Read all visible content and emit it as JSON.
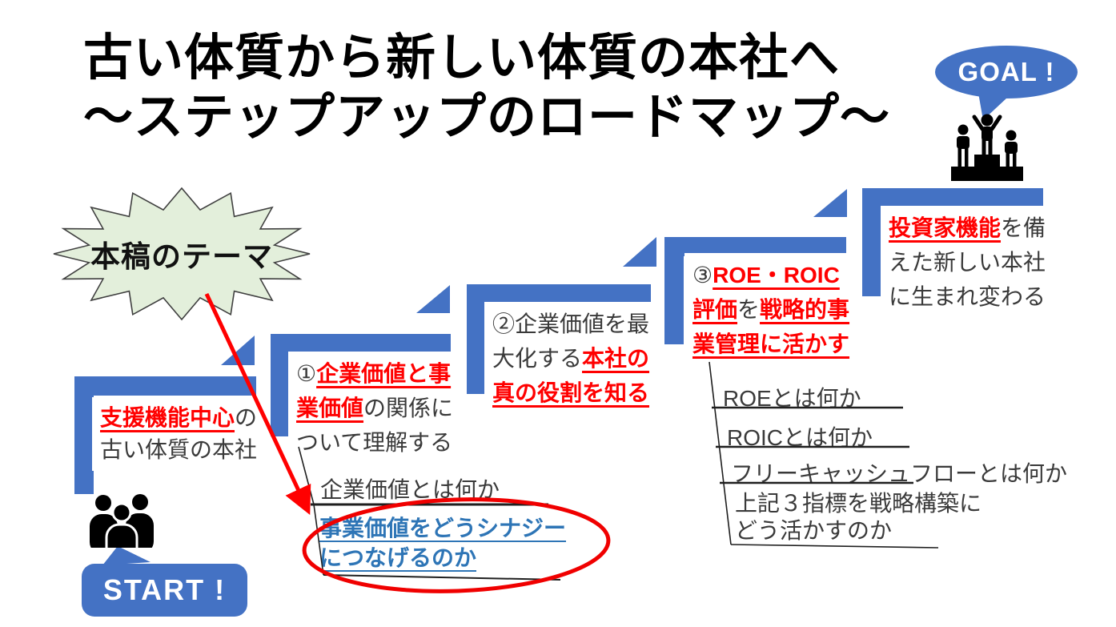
{
  "title": {
    "line1": "古い体質から新しい体質の本社へ",
    "line2": "～ステップアップのロードマップ～"
  },
  "goal": {
    "label": "GOAL !"
  },
  "start": {
    "label": "START !"
  },
  "theme": {
    "label": "本稿のテーマ"
  },
  "colors": {
    "accent_blue": "#4472C4",
    "highlight_red": "#FF0000",
    "link_blue": "#2E75B6",
    "burst_green": "#E3EFDB"
  },
  "icons": {
    "goal_icon": "podium-winner-icon",
    "start_icon": "people-group-icon"
  },
  "steps": [
    {
      "lines": [
        [
          {
            "t": "支援機能中心",
            "s": "red"
          },
          {
            "t": "の",
            "s": "plain"
          }
        ],
        [
          {
            "t": "古い体質の本社",
            "s": "plain"
          }
        ]
      ]
    },
    {
      "lines": [
        [
          {
            "t": "①",
            "s": "plain"
          },
          {
            "t": "企業価値と事",
            "s": "red"
          }
        ],
        [
          {
            "t": "業価値",
            "s": "red"
          },
          {
            "t": "の関係に",
            "s": "plain"
          }
        ],
        [
          {
            "t": "ついて理解する",
            "s": "plain"
          }
        ]
      ]
    },
    {
      "lines": [
        [
          {
            "t": "②企業価値を最",
            "s": "plain"
          }
        ],
        [
          {
            "t": "大化する",
            "s": "plain"
          },
          {
            "t": "本社の",
            "s": "red"
          }
        ],
        [
          {
            "t": "真の役割を知る",
            "s": "red"
          }
        ]
      ]
    },
    {
      "lines": [
        [
          {
            "t": "③",
            "s": "plain"
          },
          {
            "t": "ROE・ROIC",
            "s": "red"
          }
        ],
        [
          {
            "t": "評価",
            "s": "red"
          },
          {
            "t": "を",
            "s": "plain"
          },
          {
            "t": "戦略的事",
            "s": "red"
          }
        ],
        [
          {
            "t": "業管理に活かす",
            "s": "red"
          }
        ]
      ]
    },
    {
      "lines": [
        [
          {
            "t": "投資家機能",
            "s": "red"
          },
          {
            "t": "を備",
            "s": "plain"
          }
        ],
        [
          {
            "t": "えた新しい本社",
            "s": "plain"
          }
        ],
        [
          {
            "t": "に生まれ変わる",
            "s": "plain"
          }
        ]
      ]
    }
  ],
  "sub_list_step2": {
    "item1": "企業価値とは何か",
    "item2_line1": "事業価値をどうシナジー",
    "item2_line2": "につなげるのか"
  },
  "sub_list_step4": {
    "items": [
      "ROEとは何か",
      "ROICとは何か",
      "フリーキャッシュフローとは何か"
    ],
    "item4_line1": "上記３指標を戦略構築に",
    "item4_line2": "どう活かすのか"
  }
}
